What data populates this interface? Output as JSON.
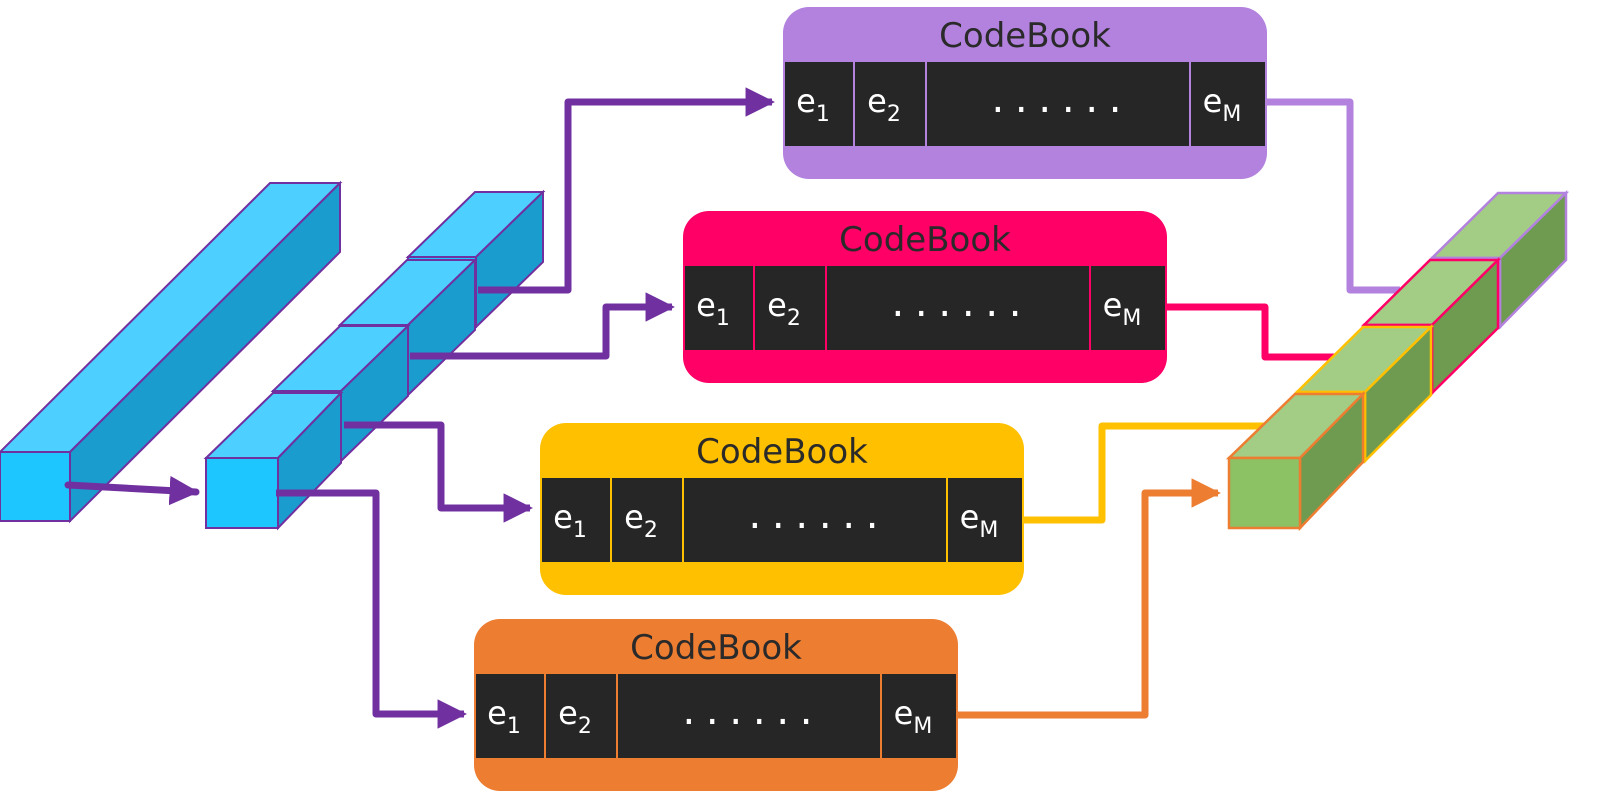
{
  "codebooks": [
    {
      "title": "CodeBook",
      "color": "#b282de",
      "cells": [
        {
          "base": "e",
          "sub": "1"
        },
        {
          "base": "e",
          "sub": "2"
        },
        {
          "dots": "......"
        },
        {
          "base": "e",
          "sub": "M"
        }
      ]
    },
    {
      "title": "CodeBook",
      "color": "#ff0066",
      "cells": [
        {
          "base": "e",
          "sub": "1"
        },
        {
          "base": "e",
          "sub": "2"
        },
        {
          "dots": "......"
        },
        {
          "base": "e",
          "sub": "M"
        }
      ]
    },
    {
      "title": "CodeBook",
      "color": "#ffc000",
      "cells": [
        {
          "base": "e",
          "sub": "1"
        },
        {
          "base": "e",
          "sub": "2"
        },
        {
          "dots": "......"
        },
        {
          "base": "e",
          "sub": "M"
        }
      ]
    },
    {
      "title": "CodeBook",
      "color": "#ed7d31",
      "cells": [
        {
          "base": "e",
          "sub": "1"
        },
        {
          "base": "e",
          "sub": "2"
        },
        {
          "dots": "......"
        },
        {
          "base": "e",
          "sub": "M"
        }
      ]
    }
  ],
  "colors": {
    "input_front": "#1ec6ff",
    "input_top": "#4dcfff",
    "input_side": "#1b9ccf",
    "input_outline": "#7030a0",
    "arrow": "#7030a0",
    "cell_fill": "#262626",
    "output_front": "#8cc264",
    "output_top": "#a3cd85",
    "output_side": "#6e9b4f"
  }
}
